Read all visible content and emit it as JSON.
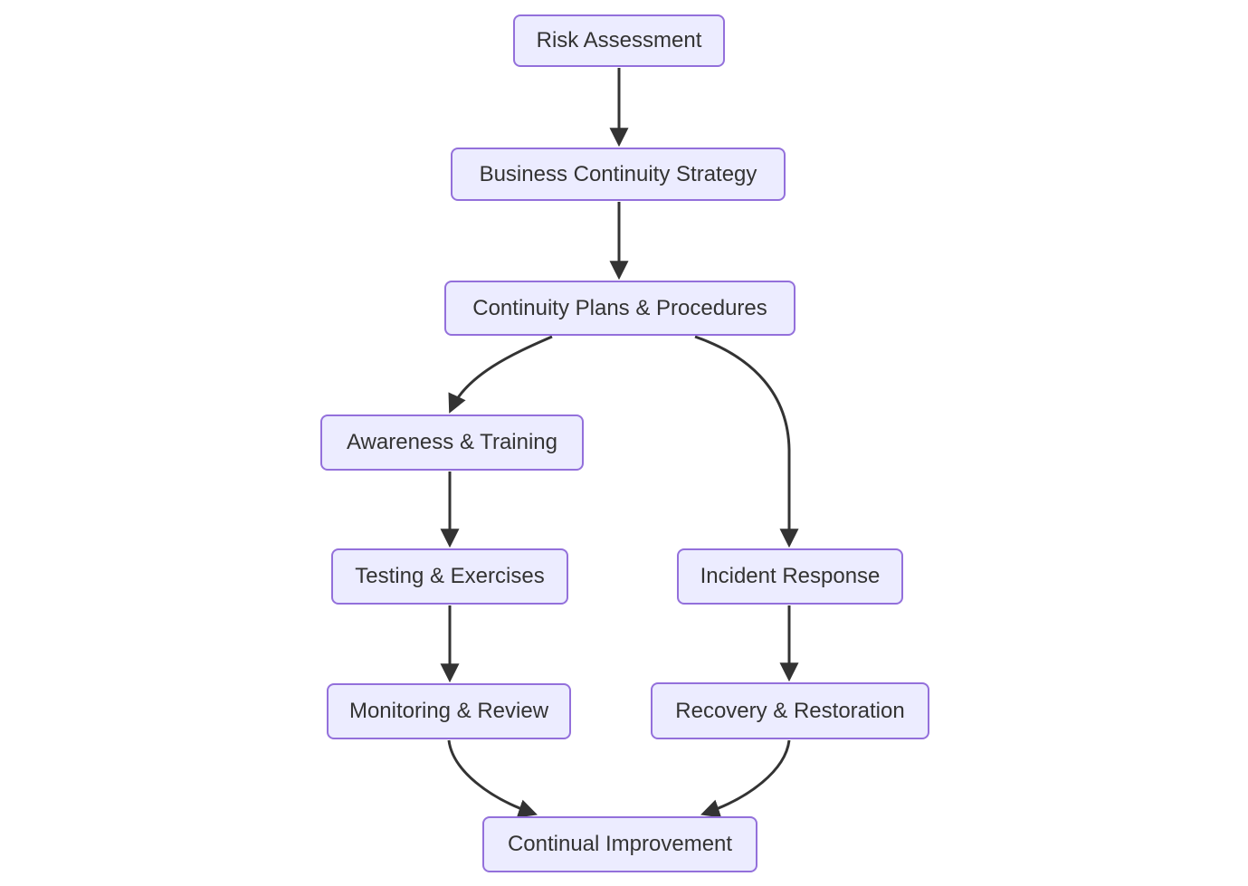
{
  "diagram": {
    "type": "flowchart",
    "direction": "top-to-bottom",
    "colors": {
      "background": "#ffffff",
      "node_fill": "#ECECFF",
      "node_border": "#9370DB",
      "edge_stroke": "#333333",
      "text": "#333333"
    }
  },
  "nodes": [
    {
      "id": "risk_assessment",
      "label": "Risk Assessment"
    },
    {
      "id": "business_continuity_strategy",
      "label": "Business Continuity Strategy"
    },
    {
      "id": "continuity_plans_procedures",
      "label": "Continuity Plans & Procedures"
    },
    {
      "id": "awareness_training",
      "label": "Awareness & Training"
    },
    {
      "id": "testing_exercises",
      "label": "Testing & Exercises"
    },
    {
      "id": "incident_response",
      "label": "Incident Response"
    },
    {
      "id": "monitoring_review",
      "label": "Monitoring & Review"
    },
    {
      "id": "recovery_restoration",
      "label": "Recovery & Restoration"
    },
    {
      "id": "continual_improvement",
      "label": "Continual Improvement"
    }
  ],
  "edges": [
    {
      "from": "risk_assessment",
      "to": "business_continuity_strategy"
    },
    {
      "from": "business_continuity_strategy",
      "to": "continuity_plans_procedures"
    },
    {
      "from": "continuity_plans_procedures",
      "to": "awareness_training"
    },
    {
      "from": "continuity_plans_procedures",
      "to": "incident_response"
    },
    {
      "from": "awareness_training",
      "to": "testing_exercises"
    },
    {
      "from": "testing_exercises",
      "to": "monitoring_review"
    },
    {
      "from": "incident_response",
      "to": "recovery_restoration"
    },
    {
      "from": "monitoring_review",
      "to": "continual_improvement"
    },
    {
      "from": "recovery_restoration",
      "to": "continual_improvement"
    }
  ]
}
